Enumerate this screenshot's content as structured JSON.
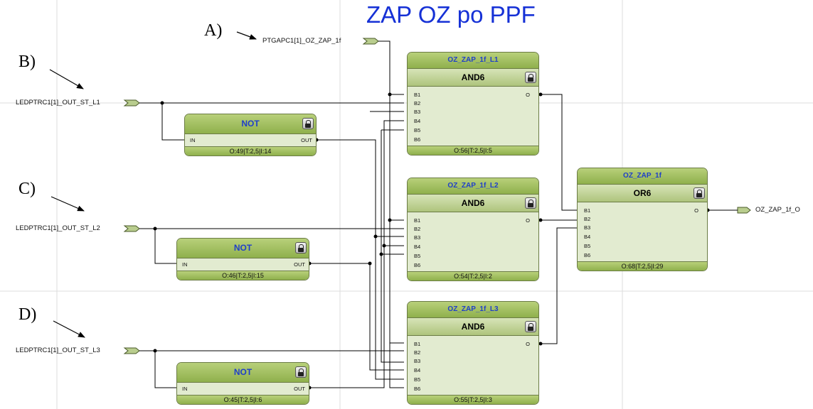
{
  "title": "ZAP OZ po PPF",
  "markers": {
    "a": "A)",
    "b": "B)",
    "c": "C)",
    "d": "D)"
  },
  "signals": {
    "ptgapc": "PTGAPC1[1]_OZ_ZAP_1f",
    "l1": "LEDPTRC1[1]_OUT_ST_L1",
    "l2": "LEDPTRC1[1]_OUT_ST_L2",
    "l3": "LEDPTRC1[1]_OUT_ST_L3",
    "output": "OZ_ZAP_1f_O"
  },
  "blocks": {
    "not1": {
      "type": "NOT",
      "in_pin": "IN",
      "out_pin": "OUT",
      "footer": "O:49|T:2,5|I:14"
    },
    "not2": {
      "type": "NOT",
      "in_pin": "IN",
      "out_pin": "OUT",
      "footer": "O:46|T:2,5|I:15"
    },
    "not3": {
      "type": "NOT",
      "in_pin": "IN",
      "out_pin": "OUT",
      "footer": "O:45|T:2,5|I:6"
    },
    "and1": {
      "name": "OZ_ZAP_1f_L1",
      "type": "AND6",
      "inputs": [
        "B1",
        "B2",
        "B3",
        "B4",
        "B5",
        "B6"
      ],
      "out_pin": "O",
      "footer": "O:56|T:2,5|I:5"
    },
    "and2": {
      "name": "OZ_ZAP_1f_L2",
      "type": "AND6",
      "inputs": [
        "B1",
        "B2",
        "B3",
        "B4",
        "B5",
        "B6"
      ],
      "out_pin": "O",
      "footer": "O:54|T:2,5|I:2"
    },
    "and3": {
      "name": "OZ_ZAP_1f_L3",
      "type": "AND6",
      "inputs": [
        "B1",
        "B2",
        "B3",
        "B4",
        "B5",
        "B6"
      ],
      "out_pin": "O",
      "footer": "O:55|T:2,5|I:3"
    },
    "or1": {
      "name": "OZ_ZAP_1f",
      "type": "OR6",
      "inputs": [
        "B1",
        "B2",
        "B3",
        "B4",
        "B5",
        "B6"
      ],
      "out_pin": "O",
      "footer": "O:68|T:2,5|I:29"
    }
  }
}
